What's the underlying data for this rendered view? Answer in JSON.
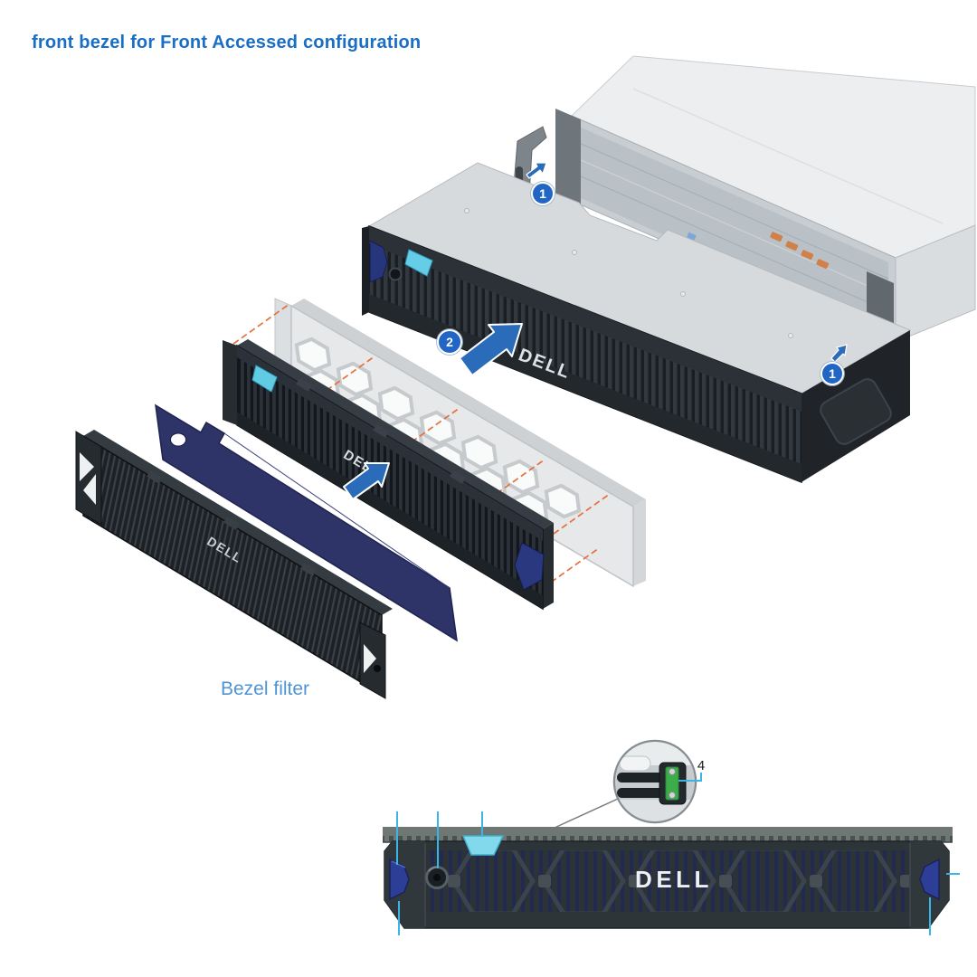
{
  "title": {
    "text": "front bezel for Front Accessed configuration"
  },
  "labels": {
    "bezel_filter": "Bezel filter",
    "brand_logo": "DELL"
  },
  "callouts": {
    "step1": "1",
    "step2": "2",
    "detail_item": "4"
  },
  "colors": {
    "title_blue": "#1a6fc4",
    "label_blue": "#4f94d6",
    "callout_blue": "#2166c4",
    "arrow_blue": "#2b6cba",
    "cyan_line": "#3ab5e6",
    "accent_cyan": "#82d9ec",
    "orange_dash": "#e4713b",
    "filter_sheet_navy": "#2e3368",
    "latch_green": "#3bad49",
    "pentagon_blue": "#2c3e96"
  }
}
